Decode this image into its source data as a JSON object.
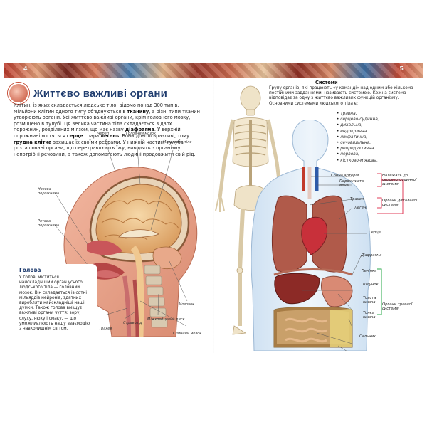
{
  "header": {
    "page_left": "4",
    "page_right": "5"
  },
  "title": "Життєво важливі органи",
  "intro": {
    "paragraph1": "Клітин, із яких складається людське тіло, відомо понад 300 типів. Мільйони клітин одного типу об'єднуються в тканину, а різні типи тканин утворюють органи. Усі життєво важливі органи, крім головного мозку, розміщено в тулубі. Ця велика частина тіла складається з двох порожнин, розділених м'язом, що має назву діафрагма. У верхній порожнині містяться серце і пара легень. Вони доволі вразливі, тому грудна клітка захищає їх своїми ребрами. У нижній частині тулуба розташовані органи, що перетравлюють їжу, виводять з організму непотрібні речовини, а також допомагають людині продовжити свій рід.",
    "bold_terms": [
      "тканину",
      "діафрагма",
      "серце",
      "легень",
      "грудна клітка"
    ]
  },
  "head_labels": {
    "skull": "Череп",
    "brain": "Головний мозок",
    "corpus_callosum": "Мозолисте тіло",
    "nasal_cavity": "Носова порожнина",
    "oral_cavity": "Ротова порожнина",
    "cerebellum": "Мозочок",
    "spinal_cord": "Спинний мозок",
    "trachea": "Трахея",
    "esophagus": "Стравохід",
    "disc": "Міжхребцевий диск"
  },
  "head_box": {
    "title": "Голова",
    "text": "У голові міститься найскладніший орган усього людського тіла — головний мозок. Він складається із сотні мільярдів нейронів, здатних виробляти найскладніші наші думки. Також голова вміщує важливі органи чуття: зору, слуху, нюху і смаку, — що уможливлюють нашу взаємодію з навколишнім світом."
  },
  "systems": {
    "title": "Системи",
    "intro": "Групу органів, які працюють «у команді» над одним або кількома постійними завданнями, називають системою. Кожна система відповідає за одну з життєво важливих функцій організму. Основними системами людського тіла є:",
    "items": [
      "травна,",
      "серцево-судинна,",
      "дихальна,",
      "ендокринна,",
      "лімфатична,",
      "сечовидільна,",
      "репродуктивна,",
      "нервова,",
      "кістково-м'язова."
    ]
  },
  "torso_labels": {
    "carotid": "Сонна артерія",
    "vena_cava": "Порожниста вена",
    "trachea": "Трахея",
    "lungs": "Легені",
    "heart": "Серце",
    "diaphragm": "Діафрагма",
    "liver": "Печінка",
    "stomach": "Шлунок",
    "colon": "Товста кишка",
    "small_intestine": "Тонка кишка",
    "bladder": "Сальник"
  },
  "groups": {
    "cardio": "Належать до серцево-судинної системи",
    "respiratory": "Органи дихальної системи",
    "digestive": "Органи травної системи"
  },
  "colors": {
    "title": "#1f3c6e",
    "cardio_bracket": "#e03c5a",
    "resp_bracket": "#e03c5a",
    "digest_bracket": "#2aa84a"
  }
}
